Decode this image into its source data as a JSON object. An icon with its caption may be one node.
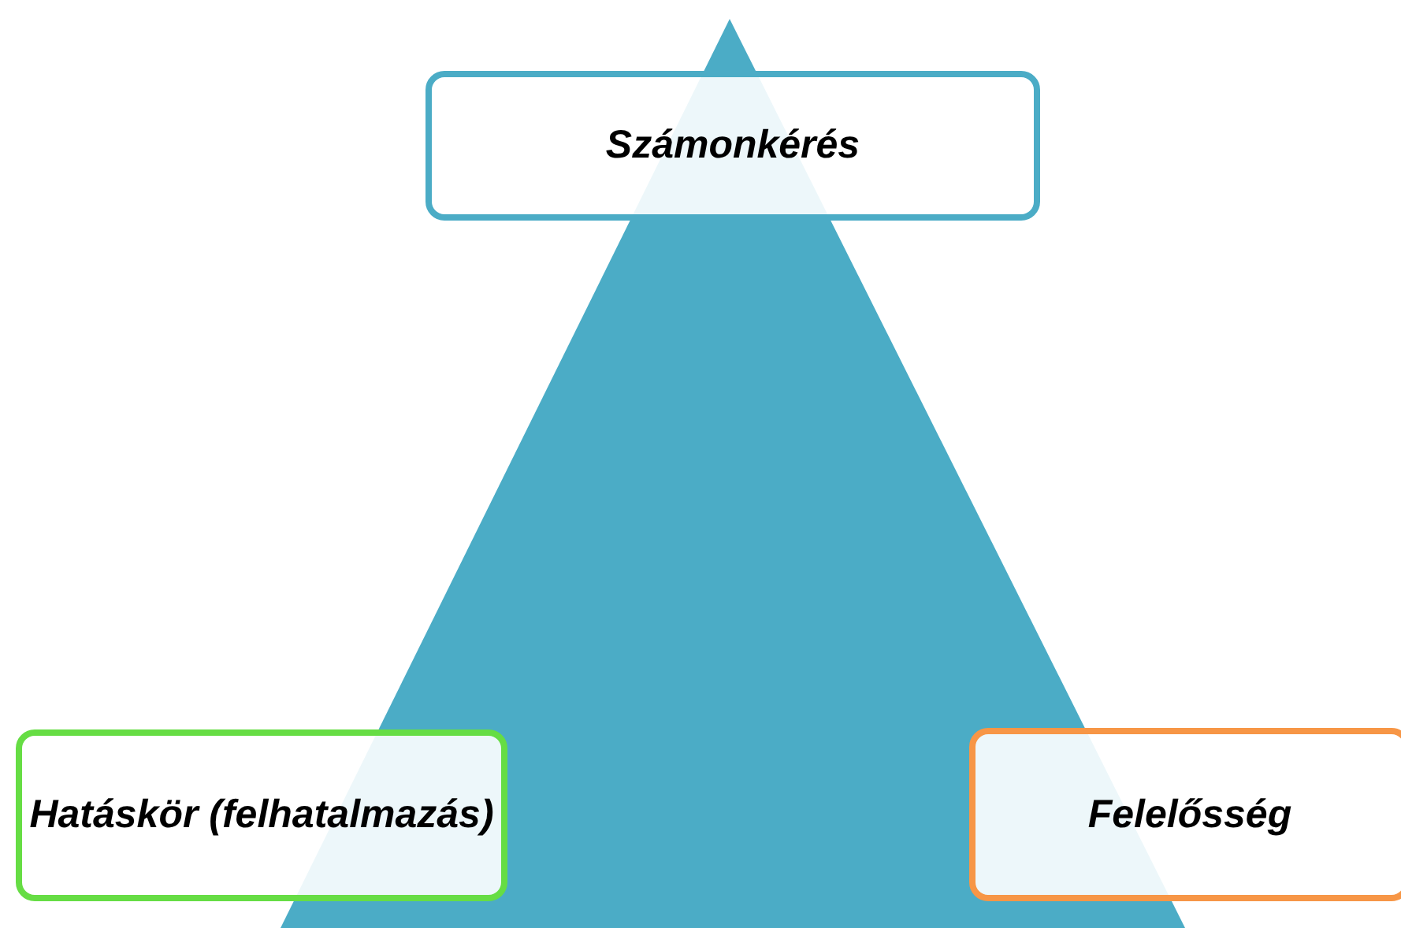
{
  "diagram": {
    "nodes": [
      {
        "text": [
          "Számonkérés"
        ]
      },
      {
        "text": [
          "Hatáskör (felhatalmazás)"
        ]
      },
      {
        "text": [
          "Felelősség"
        ]
      }
    ]
  }
}
